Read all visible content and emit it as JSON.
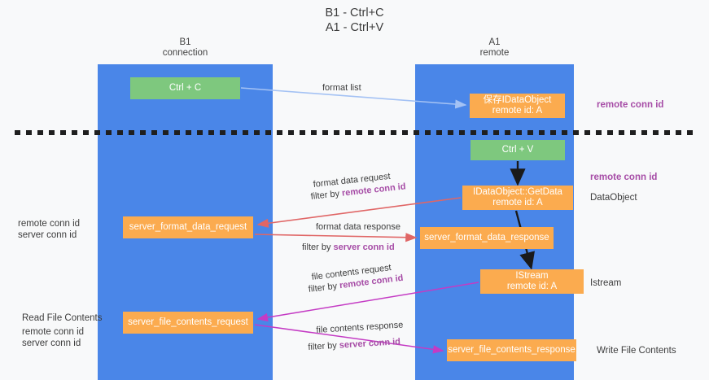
{
  "title": {
    "line1": "B1 - Ctrl+C",
    "line2": "A1 - Ctrl+V"
  },
  "lanes": [
    {
      "id": "b1",
      "name": "B1",
      "sub": "connection",
      "color": "#4a86e8"
    },
    {
      "id": "a1",
      "name": "A1",
      "sub": "remote",
      "color": "#4a86e8"
    }
  ],
  "colors": {
    "lane": "#4a86e8",
    "green_box": "#7ec87e",
    "orange_box": "#fbab4f",
    "purple_text": "#a64ca6",
    "green_text": "#6aa84f",
    "red_arrow": "#e06666",
    "magenta_arrow": "#c43bc4",
    "lightblue_arrow": "#a4c2f4",
    "black_arrow": "#1a1a1a",
    "background": "#f8f9fa"
  },
  "boxes": {
    "ctrl_c": "Ctrl + C",
    "idataobject": {
      "line1": "保存IDataObject",
      "line2": "remote id: A"
    },
    "ctrl_v": "Ctrl + V",
    "getdata": {
      "line1": "IDataObject::GetData",
      "line2": "remote id: A"
    },
    "server_format_data_request": "server_format_data_request",
    "server_format_data_response": "server_format_data_response",
    "istream": {
      "line1": "IStream",
      "line2": "remote id: A"
    },
    "server_file_contents_request": "server_file_contents_request",
    "server_file_contents_response": "server_file_contents_response"
  },
  "annotations": {
    "right": {
      "remote_conn_id_top": "remote conn id",
      "remote_conn_id_mid": "remote conn id",
      "dataobject": "DataObject",
      "istream": "Istream",
      "write_file_contents": "Write File Contents"
    },
    "left": {
      "remote_conn_id_1": "remote conn id",
      "server_conn_id_1": "server conn id",
      "read_file_contents": "Read File Contents",
      "remote_conn_id_2": "remote conn id",
      "server_conn_id_2": "server conn id"
    }
  },
  "edge_labels": {
    "format_list": "format list",
    "format_data_request": "format data request",
    "format_data_request_filter_prefix": "filter by ",
    "format_data_request_filter_key": "remote conn id",
    "format_data_response": "format data response",
    "format_data_response_filter_prefix": "filter by ",
    "format_data_response_filter_key": "server conn id",
    "file_contents_request": "file contents request",
    "file_contents_request_filter_prefix": "filter by ",
    "file_contents_request_filter_key": "remote conn id",
    "file_contents_response": "file contents response",
    "file_contents_response_filter_prefix": "filter by ",
    "file_contents_response_filter_key": "server conn id"
  }
}
